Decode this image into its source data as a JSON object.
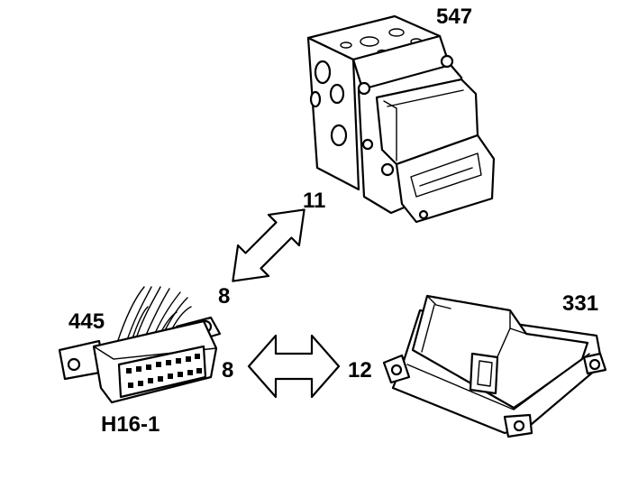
{
  "labels": {
    "abs_unit": "547",
    "airbag_module": "331",
    "obd_connector": "445",
    "connector_id": "H16-1",
    "pin_upper_arrow_top": "11",
    "pin_upper_arrow_bottom": "8",
    "pin_lower_arrow_left": "8",
    "pin_lower_arrow_right": "12"
  },
  "colors": {
    "line": "#000000",
    "background": "#ffffff"
  }
}
